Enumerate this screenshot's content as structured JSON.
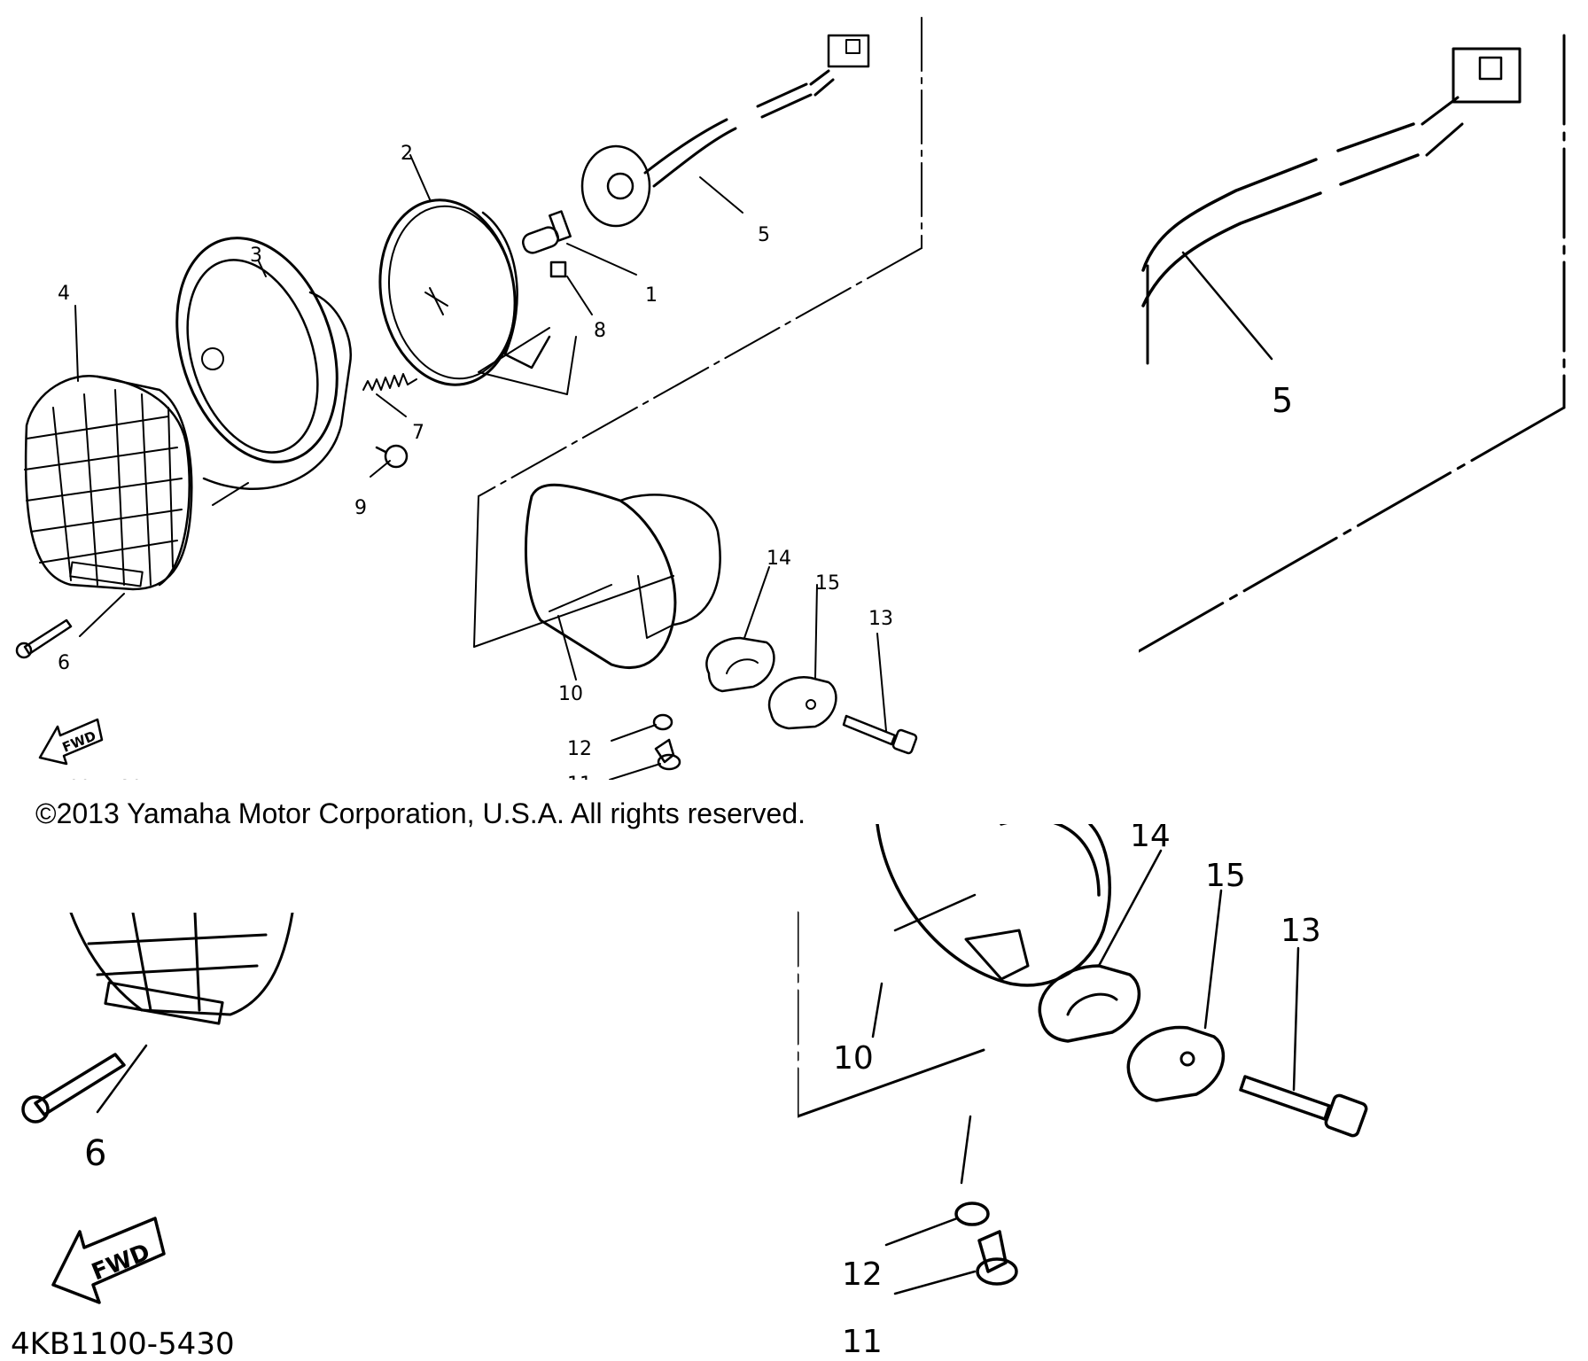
{
  "diagram": {
    "part_numbers": {
      "n1": "1",
      "n2": "2",
      "n3": "3",
      "n4": "4",
      "n5": "5",
      "n6": "6",
      "n7": "7",
      "n8": "8",
      "n9": "9",
      "n10": "10",
      "n11": "11",
      "n12": "12",
      "n13": "13",
      "n14": "14",
      "n15": "15"
    },
    "fwd_label": "FWD",
    "diagram_code": "4KB1100-5430",
    "copyright": "©2013 Yamaha Motor Corporation, U.S.A. All rights reserved."
  }
}
